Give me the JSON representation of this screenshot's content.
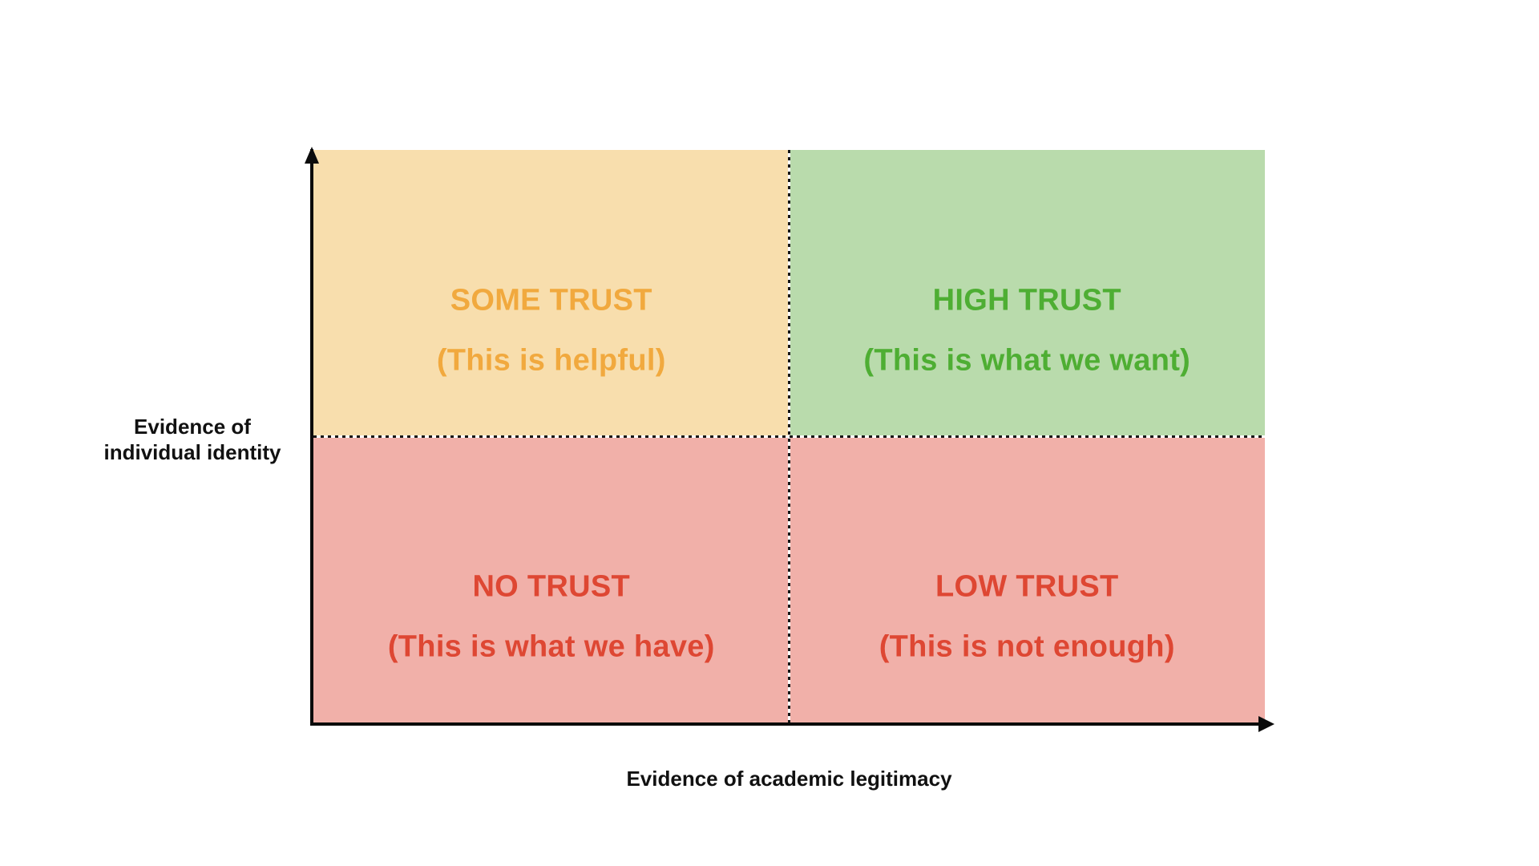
{
  "figure": {
    "background_color": "#ffffff",
    "axis_color": "#0b0b0b",
    "divider_style": "dotted"
  },
  "chart_data": {
    "type": "quadrant-matrix",
    "xlabel": "Evidence of academic legitimacy",
    "ylabel": "Evidence of\nindividual identity",
    "x_axis": {
      "direction": "right",
      "arrow": true
    },
    "y_axis": {
      "direction": "up",
      "arrow": true
    },
    "quadrants": [
      {
        "position": "top-left",
        "label": "SOME TRUST",
        "sublabel": "(This is helpful)",
        "bg_color": "#F8DEAD",
        "text_color": "#F1A93E"
      },
      {
        "position": "top-right",
        "label": "HIGH TRUST",
        "sublabel": "(This is what we want)",
        "bg_color": "#B9DBAC",
        "text_color": "#4EAE33"
      },
      {
        "position": "bottom-left",
        "label": "NO TRUST",
        "sublabel": "(This is what we have)",
        "bg_color": "#F1B0A9",
        "text_color": "#DE4733"
      },
      {
        "position": "bottom-right",
        "label": "LOW TRUST",
        "sublabel": "(This is not enough)",
        "bg_color": "#F1B0A9",
        "text_color": "#DE4733"
      }
    ]
  }
}
